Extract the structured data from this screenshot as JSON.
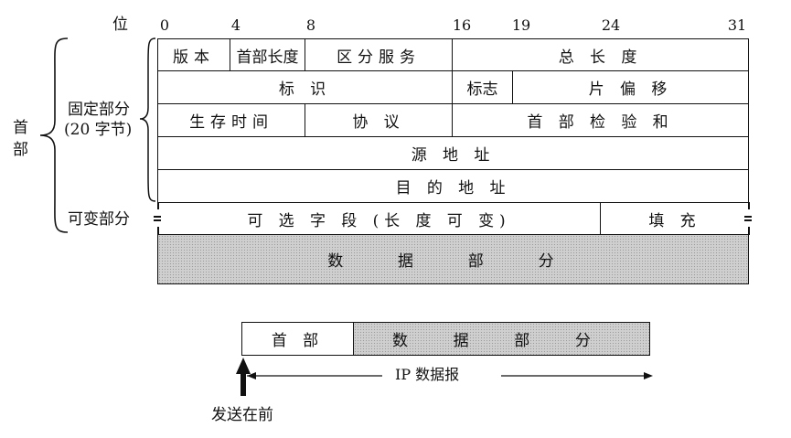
{
  "bits": {
    "label": "位",
    "b0": "0",
    "b4": "4",
    "b8": "8",
    "b16": "16",
    "b19": "19",
    "b24": "24",
    "b31": "31"
  },
  "header": {
    "label": "首\n部",
    "fixed_label_1": "固定部分",
    "fixed_label_2": "(20 字节)",
    "variable_label": "可变部分",
    "row1": {
      "version": "版本",
      "header_length": "首部长度",
      "service": "区分服务",
      "total_length": "总 长 度"
    },
    "row2": {
      "identification": "标 识",
      "flags": "标志",
      "fragment_offset": "片 偏 移"
    },
    "row3": {
      "ttl": "生存时间",
      "protocol": "协 议",
      "checksum": "首 部 检 验 和"
    },
    "row4": {
      "source": "源 地 址"
    },
    "row5": {
      "destination": "目 的 地 址"
    },
    "row6": {
      "options": "可 选 字 段 (长 度 可 变)",
      "padding": "填 充"
    }
  },
  "data_part": "数 据 部 分",
  "datagram": {
    "header": "首 部",
    "data": "数 据 部 分",
    "label": "IP 数据报",
    "send_first": "发送在前"
  }
}
